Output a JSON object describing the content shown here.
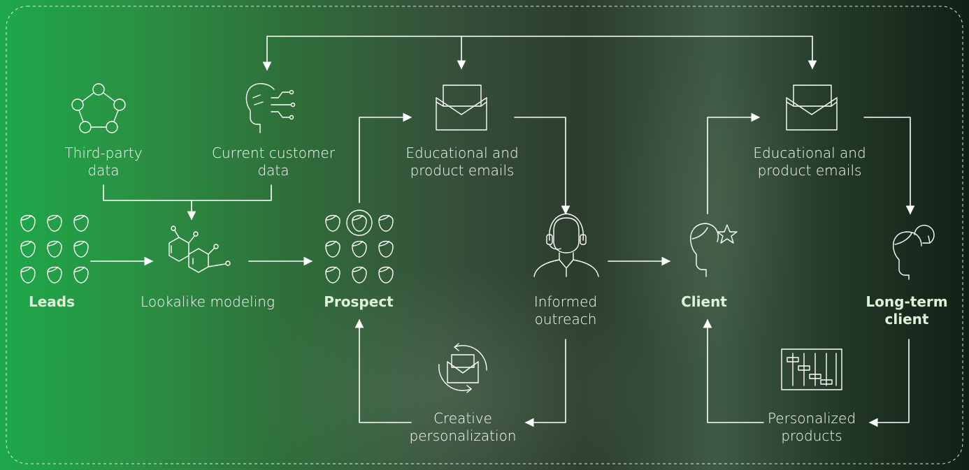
{
  "colors": {
    "line": "#ffffff",
    "bold_label": "#dff3d9",
    "border": "#ffffff"
  },
  "nodes": {
    "third_party": {
      "line1": "Third-party",
      "line2": "data",
      "icon": "network-pentagon-icon"
    },
    "current_customer": {
      "line1": "Current customer",
      "line2": "data",
      "icon": "head-data-icon"
    },
    "leads": {
      "label": "Leads",
      "icon": "people-grid-icon"
    },
    "lookalike": {
      "label": "Lookalike modeling",
      "icon": "molecule-icon"
    },
    "prospect": {
      "label": "Prospect",
      "icon": "people-grid-highlight-icon"
    },
    "emails_1": {
      "line1": "Educational and",
      "line2": "product emails",
      "icon": "envelope-icon"
    },
    "outreach": {
      "line1": "Informed",
      "line2": "outreach",
      "icon": "headset-agent-icon"
    },
    "creative": {
      "line1": "Creative",
      "line2": "personalization",
      "icon": "envelope-cycle-icon"
    },
    "client": {
      "label": "Client",
      "icon": "person-star-icon"
    },
    "emails_2": {
      "line1": "Educational and",
      "line2": "product emails",
      "icon": "envelope-icon"
    },
    "long_term": {
      "line1": "Long-term",
      "line2": "client",
      "icon": "person-refresh-icon"
    },
    "personalized": {
      "line1": "Personalized",
      "line2": "products",
      "icon": "sliders-panel-icon"
    }
  }
}
